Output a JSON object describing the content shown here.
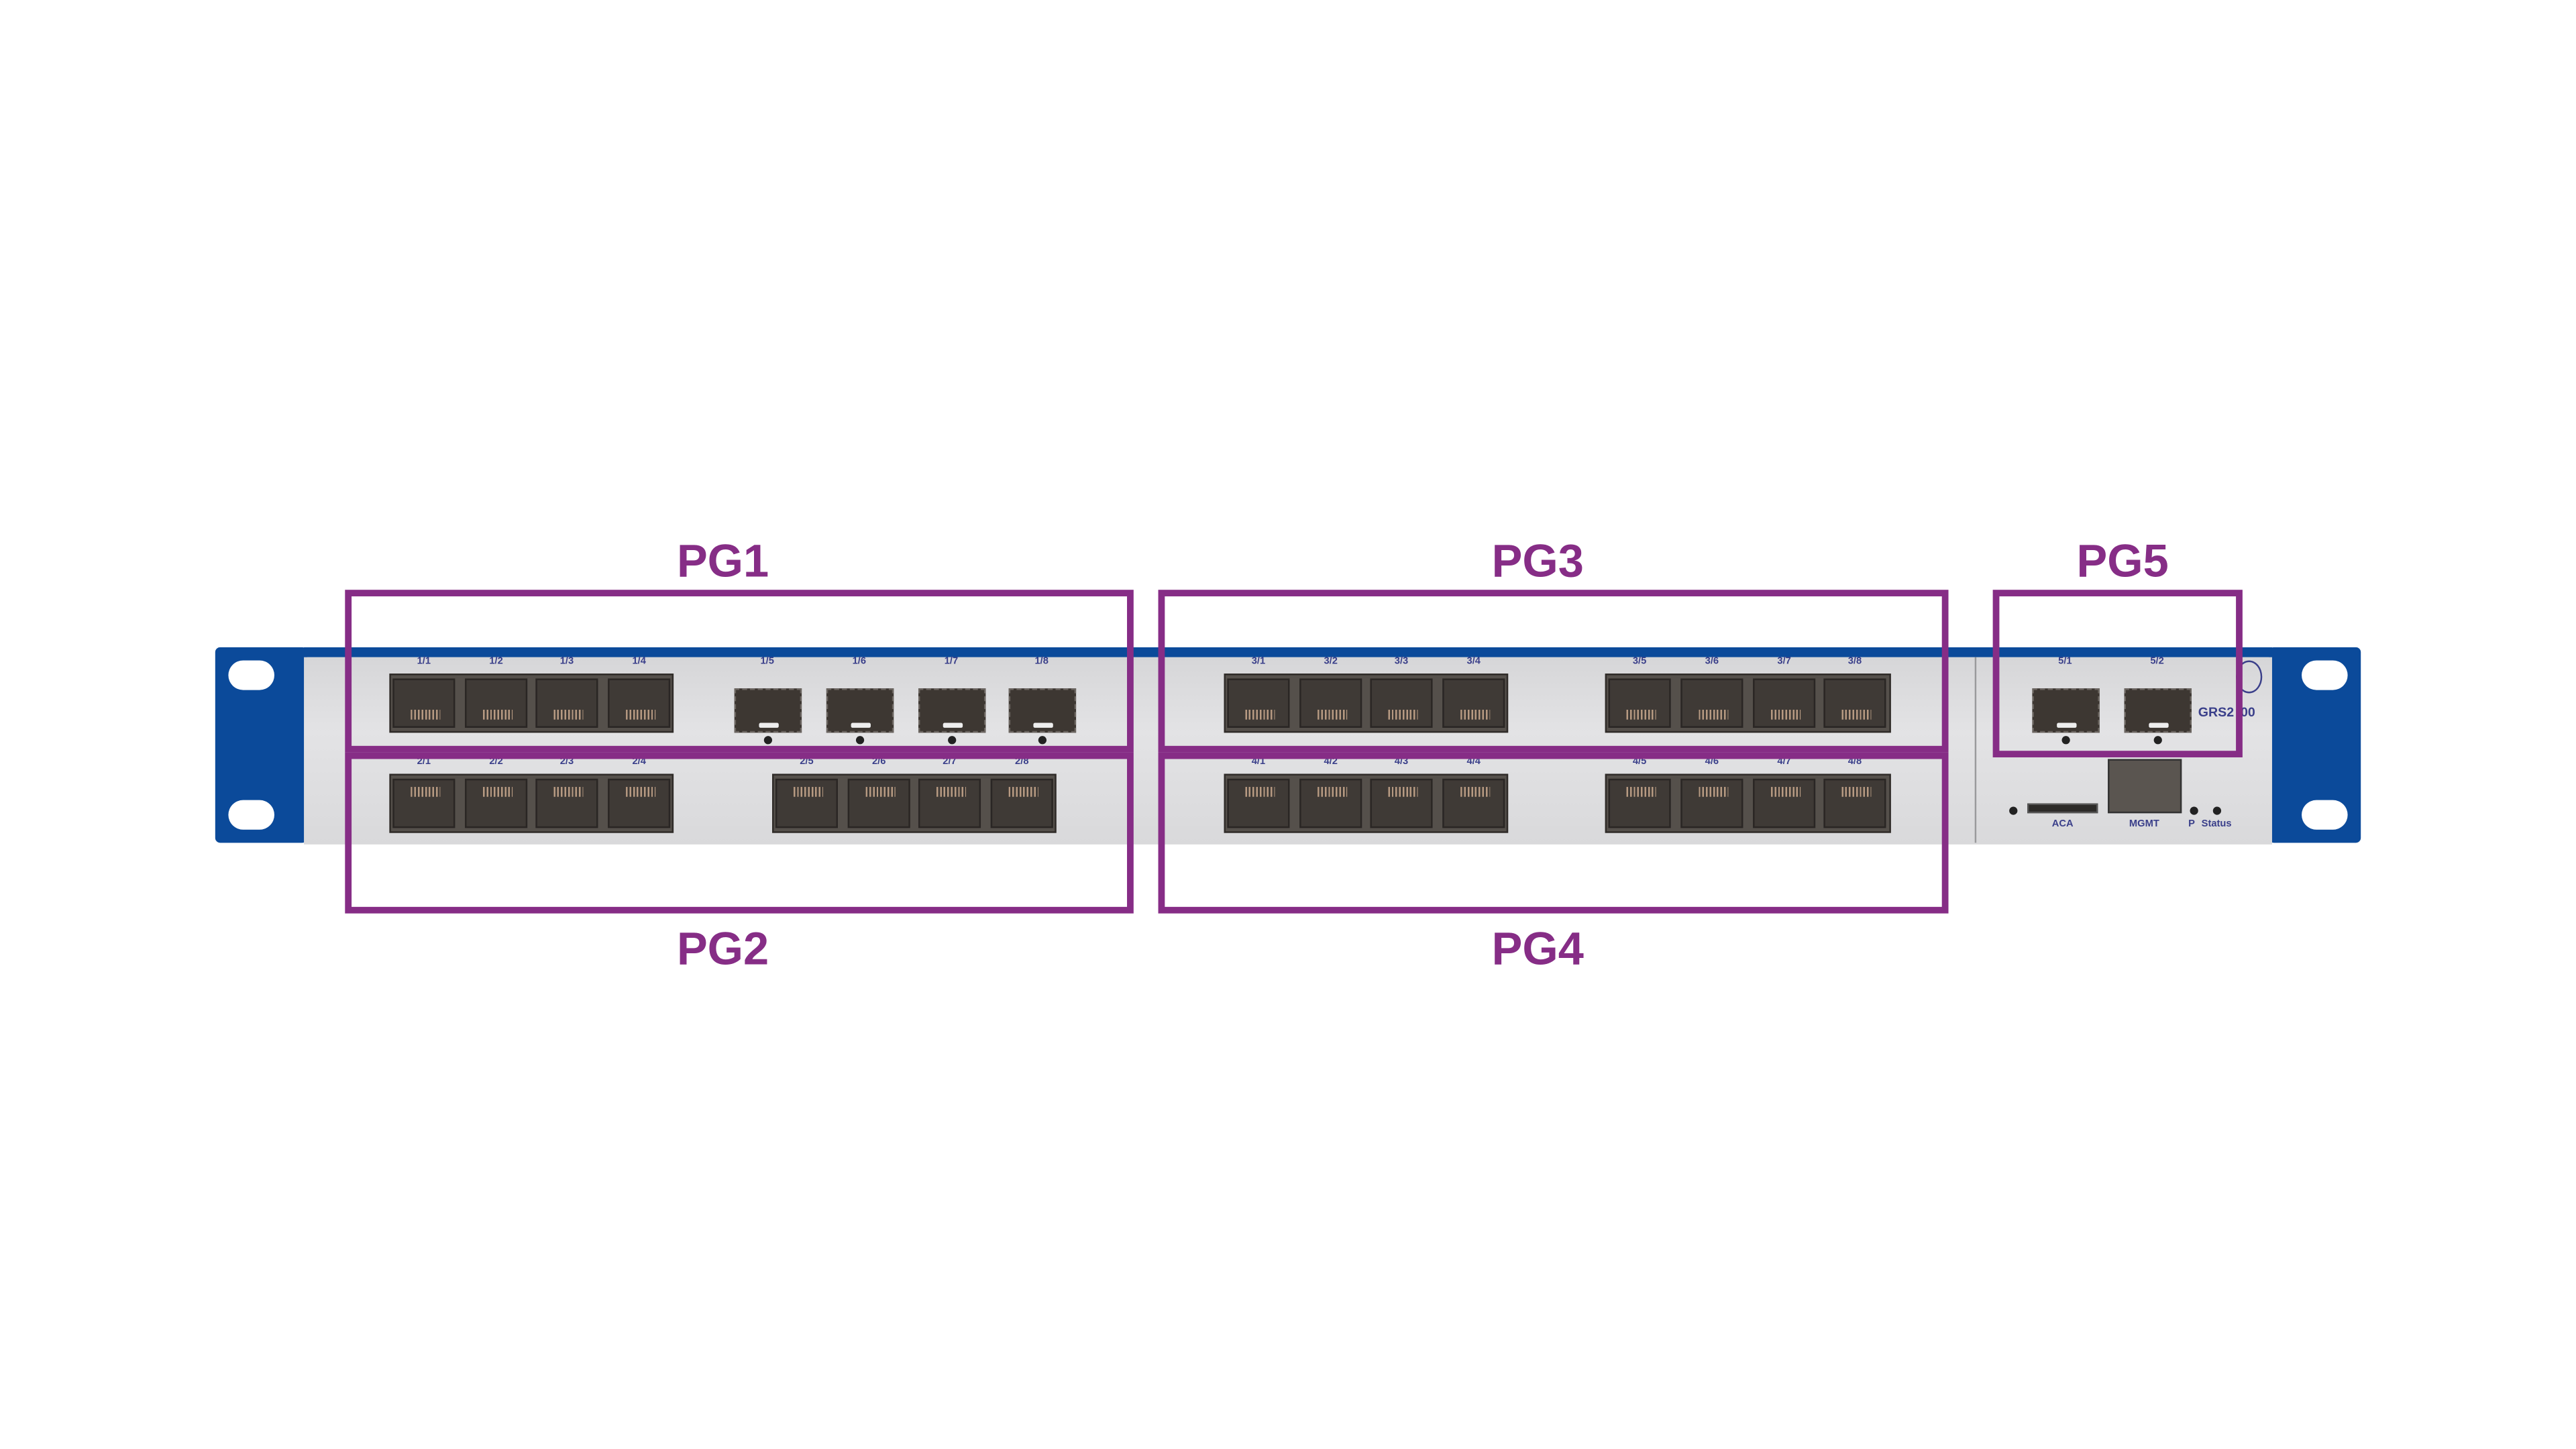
{
  "device": {
    "model_visible_left": "GRS2",
    "model_visible_right": "00",
    "colors": {
      "bracket": "#0b4a9a",
      "faceplate": "#dcdcde",
      "label_text": "#3a3f8a",
      "port_group_outline": "#862d86"
    },
    "front_labels": {
      "aca": "ACA",
      "mgmt": "MGMT",
      "p": "P",
      "status": "Status"
    }
  },
  "port_groups": [
    {
      "name": "PG1",
      "ports": [
        "1/1",
        "1/2",
        "1/3",
        "1/4",
        "1/5",
        "1/6",
        "1/7",
        "1/8"
      ],
      "types": [
        "rj45",
        "rj45",
        "rj45",
        "rj45",
        "sfp",
        "sfp",
        "sfp",
        "sfp"
      ]
    },
    {
      "name": "PG2",
      "ports": [
        "2/1",
        "2/2",
        "2/3",
        "2/4",
        "2/5",
        "2/6",
        "2/7",
        "2/8"
      ],
      "types": [
        "rj45",
        "rj45",
        "rj45",
        "rj45",
        "rj45",
        "rj45",
        "rj45",
        "rj45"
      ]
    },
    {
      "name": "PG3",
      "ports": [
        "3/1",
        "3/2",
        "3/3",
        "3/4",
        "3/5",
        "3/6",
        "3/7",
        "3/8"
      ],
      "types": [
        "rj45",
        "rj45",
        "rj45",
        "rj45",
        "rj45",
        "rj45",
        "rj45",
        "rj45"
      ]
    },
    {
      "name": "PG4",
      "ports": [
        "4/1",
        "4/2",
        "4/3",
        "4/4",
        "4/5",
        "4/6",
        "4/7",
        "4/8"
      ],
      "types": [
        "rj45",
        "rj45",
        "rj45",
        "rj45",
        "rj45",
        "rj45",
        "rj45",
        "rj45"
      ]
    },
    {
      "name": "PG5",
      "ports": [
        "5/1",
        "5/2"
      ],
      "types": [
        "sfp",
        "sfp"
      ]
    }
  ]
}
